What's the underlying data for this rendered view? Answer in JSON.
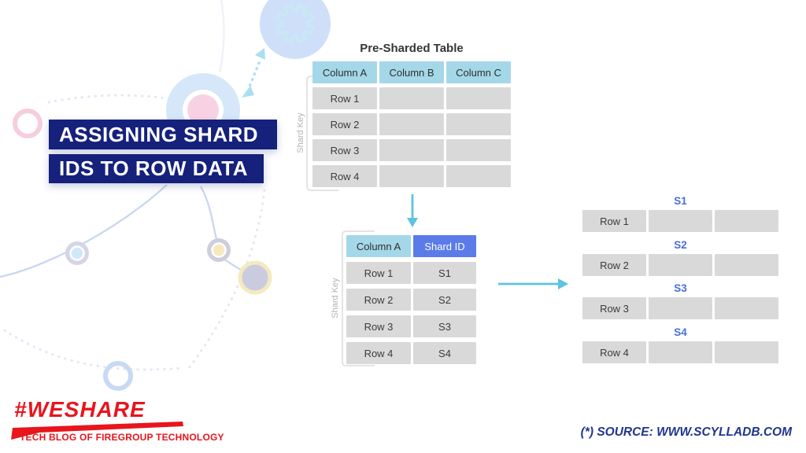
{
  "slide": {
    "title_line1": "ASSIGNING SHARD",
    "title_line2": "IDS TO ROW DATA"
  },
  "pre_sharded": {
    "title": "Pre-Sharded Table",
    "shard_key_label": "Shard Key",
    "headers": [
      "Column A",
      "Column B",
      "Column C"
    ],
    "row_labels": [
      "Row 1",
      "Row 2",
      "Row 3",
      "Row 4"
    ]
  },
  "shard_map": {
    "shard_key_label": "Shard Key",
    "headers": [
      "Column A",
      "Shard ID"
    ],
    "rows": [
      {
        "column_a": "Row 1",
        "shard_id": "S1"
      },
      {
        "column_a": "Row 2",
        "shard_id": "S2"
      },
      {
        "column_a": "Row 3",
        "shard_id": "S3"
      },
      {
        "column_a": "Row 4",
        "shard_id": "S4"
      }
    ]
  },
  "shards": [
    {
      "label": "S1",
      "row": "Row 1"
    },
    {
      "label": "S2",
      "row": "Row 2"
    },
    {
      "label": "S3",
      "row": "Row 3"
    },
    {
      "label": "S4",
      "row": "Row 4"
    }
  ],
  "footer": {
    "brand": "#WESHARE",
    "tagline": "TECH BLOG OF FIREGROUP TECHNOLOGY",
    "source": "(*) SOURCE: WWW.SCYLLADB.COM"
  },
  "icons": {
    "gear": "gear-icon",
    "down_arrow": "arrow-down-icon",
    "right_arrow": "arrow-right-icon",
    "double_dashed_arrow": "double-arrow-icon"
  },
  "colors": {
    "navy_banner": "#15217B",
    "header_light_blue": "#A4D8E8",
    "header_blue": "#5B7CE8",
    "cell_gray": "#D9D9D9",
    "arrow_blue": "#5EC2E2",
    "shard_label_blue": "#4A6EDB",
    "brand_red": "#E8151D",
    "source_blue": "#20368C"
  }
}
